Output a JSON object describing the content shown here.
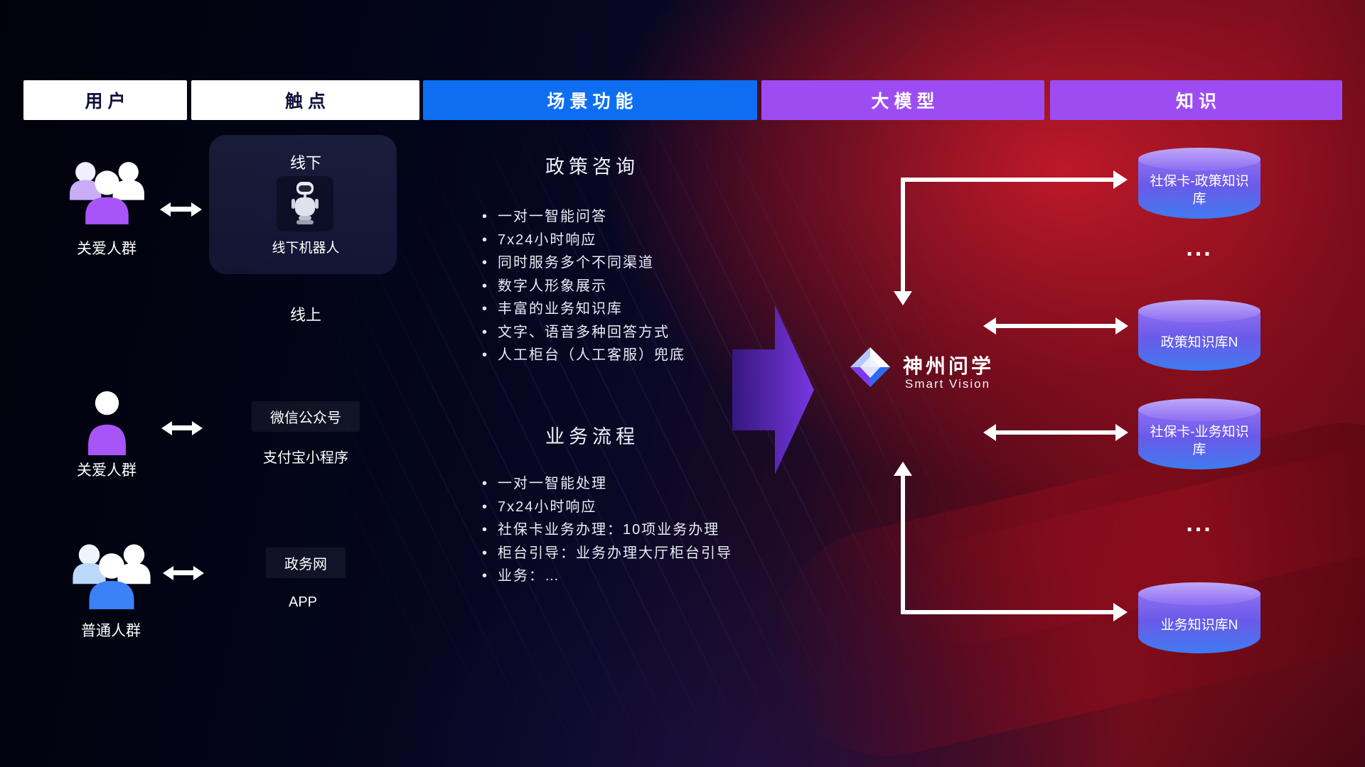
{
  "columns": [
    {
      "label": "用户",
      "style": "white"
    },
    {
      "label": "触点",
      "style": "white"
    },
    {
      "label": "场景功能",
      "style": "blue"
    },
    {
      "label": "大模型",
      "style": "purple"
    },
    {
      "label": "知识",
      "style": "purple"
    }
  ],
  "users": [
    {
      "label": "关爱人群",
      "icon": "group-people-icon",
      "color": "#a855f7"
    },
    {
      "label": "关爱人群",
      "icon": "single-person-icon",
      "color": "#a855f7"
    },
    {
      "label": "普通人群",
      "icon": "group-people-icon",
      "color": "#3b82f6"
    }
  ],
  "touchpoints": {
    "offline": {
      "title": "线下",
      "icon": "robot-icon",
      "caption": "线下机器人"
    },
    "online_title": "线上",
    "items": [
      "微信公众号",
      "支付宝小程序",
      "政务网",
      "APP"
    ]
  },
  "scenarios": [
    {
      "title": "政策咨询",
      "bullets": [
        "一对一智能问答",
        "7x24小时响应",
        "同时服务多个不同渠道",
        "数字人形象展示",
        "丰富的业务知识库",
        "文字、语音多种回答方式",
        "人工柜台（人工客服）兜底"
      ]
    },
    {
      "title": "业务流程",
      "bullets": [
        "一对一智能处理",
        "7x24小时响应",
        "社保卡业务办理：10项业务办理",
        "柜台引导：业务办理大厅柜台引导",
        "业务：…"
      ]
    }
  ],
  "model": {
    "name": "神州问学",
    "subtitle": "Smart Vision",
    "icon": "diamond-logo-icon"
  },
  "knowledge": [
    {
      "kind": "database",
      "label": "社保卡-政策知识库"
    },
    {
      "kind": "ellipsis",
      "label": "..."
    },
    {
      "kind": "database",
      "label": "政策知识库N"
    },
    {
      "kind": "database",
      "label": "社保卡-业务知识库"
    },
    {
      "kind": "ellipsis",
      "label": "..."
    },
    {
      "kind": "database",
      "label": "业务知识库N"
    }
  ],
  "colors": {
    "header_blue": "#0d6ef2",
    "header_purple": "#9d4cf2",
    "cylinder_top": "#bfa8f9",
    "cylinder_body_top": "#8d6ef2",
    "cylinder_body_bottom": "#3f7bf0",
    "flow_arrow_purple": "#6d28d9",
    "user_purple": "#a855f7",
    "user_blue": "#3b82f6",
    "background_red": "#8e1020",
    "background_navy": "#070a22"
  }
}
